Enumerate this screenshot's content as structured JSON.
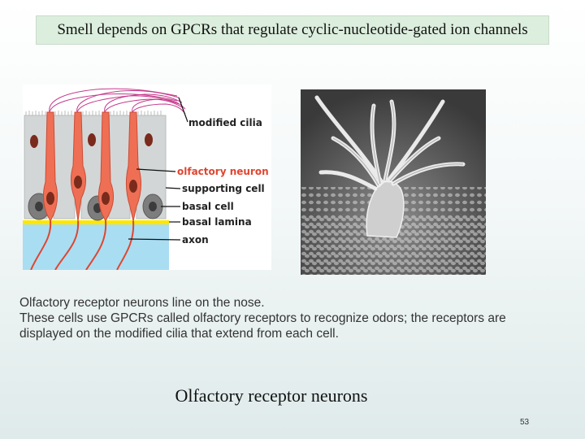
{
  "slide": {
    "title": "Smell depends on GPCRs that regulate cyclic-nucleotide-gated ion channels",
    "caption_lines": [
      "Olfactory receptor neurons line on the nose.",
      "These cells use GPCRs called olfactory receptors to recognize odors; the receptors are",
      "displayed on the modified cilia that extend from each cell."
    ],
    "subtitle": "Olfactory receptor neurons",
    "page_number": "53"
  },
  "diagram": {
    "labels": {
      "modified_cilia": "modified cilia",
      "olfactory_neuron": "olfactory neuron",
      "supporting_cell": "supporting cell",
      "basal_cell": "basal cell",
      "basal_lamina": "basal lamina",
      "axon": "axon"
    },
    "colors": {
      "neuron": "#ef6f55",
      "supporting_cell": "#d3d6d6",
      "nucleus": "#7a2b1c",
      "basal_cell": "#7d7d7d",
      "basal_lamina": "#ffe600",
      "axon_layer": "#a9ddf2",
      "cilia": "#c53a8c",
      "highlight_label": "#e0452f"
    }
  }
}
